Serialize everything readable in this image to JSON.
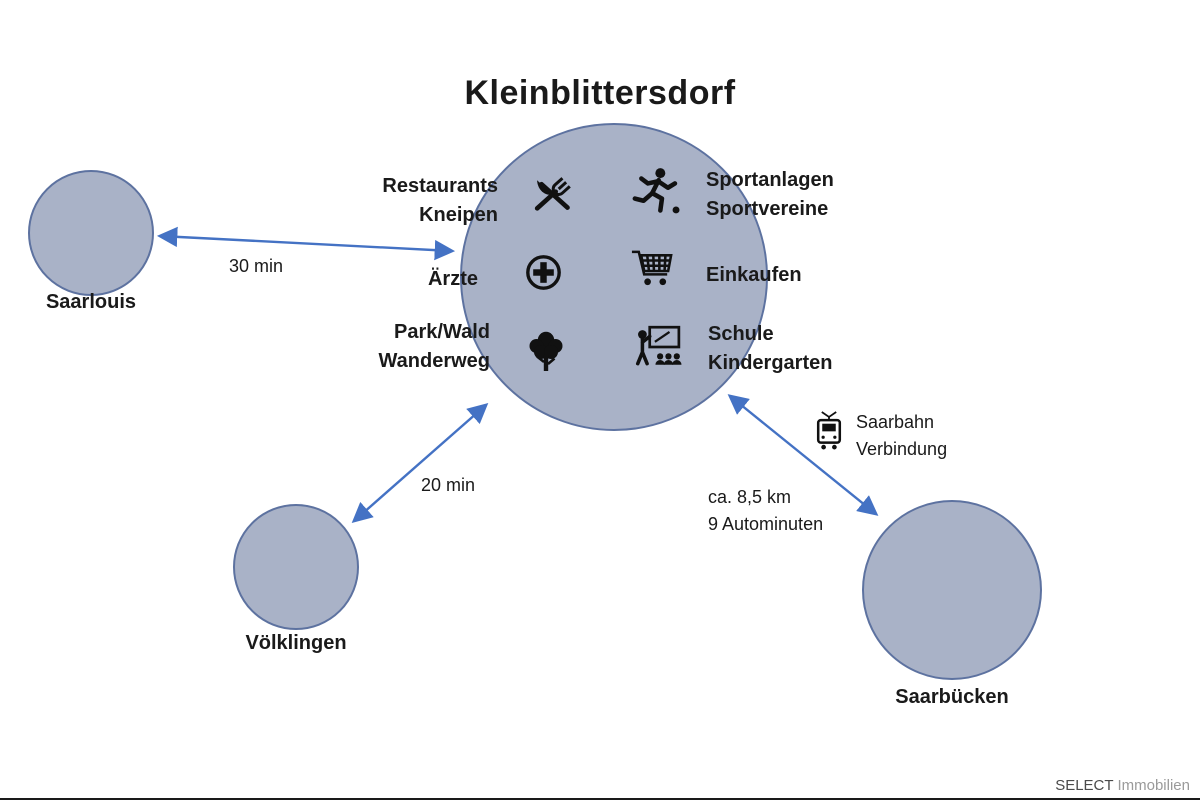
{
  "page": {
    "title": "Kleinblittersdorf"
  },
  "center": {
    "name": "Kleinblittersdorf",
    "rows": [
      {
        "left_label": "Restaurants\nKneipen",
        "left_icon": "restaurant-icon",
        "right_icon": "runner-icon",
        "right_label": "Sportanlagen\nSportvereine"
      },
      {
        "left_label": "Ärzte",
        "left_icon": "medical-cross-icon",
        "right_icon": "shopping-cart-icon",
        "right_label": "Einkaufen"
      },
      {
        "left_label": "Park/Wald\nWanderweg",
        "left_icon": "tree-icon",
        "right_icon": "school-teacher-icon",
        "right_label": "Schule\nKindergarten"
      }
    ]
  },
  "cities": [
    {
      "name": "Saarlouis",
      "travel": "30 min"
    },
    {
      "name": "Völklingen",
      "travel": "20 min"
    },
    {
      "name": "Saarbücken",
      "distance": "ca. 8,5 km\n9 Autominuten",
      "rail": "Saarbahn\nVerbindung",
      "rail_icon": "tram-icon"
    }
  ],
  "footer": {
    "brand": "SELECT",
    "suffix": "Immobilien"
  },
  "colors": {
    "circle_fill": "#a9b2c7",
    "circle_border": "#5d72a0",
    "arrow": "#4472c4",
    "text": "#1a1a1a"
  }
}
